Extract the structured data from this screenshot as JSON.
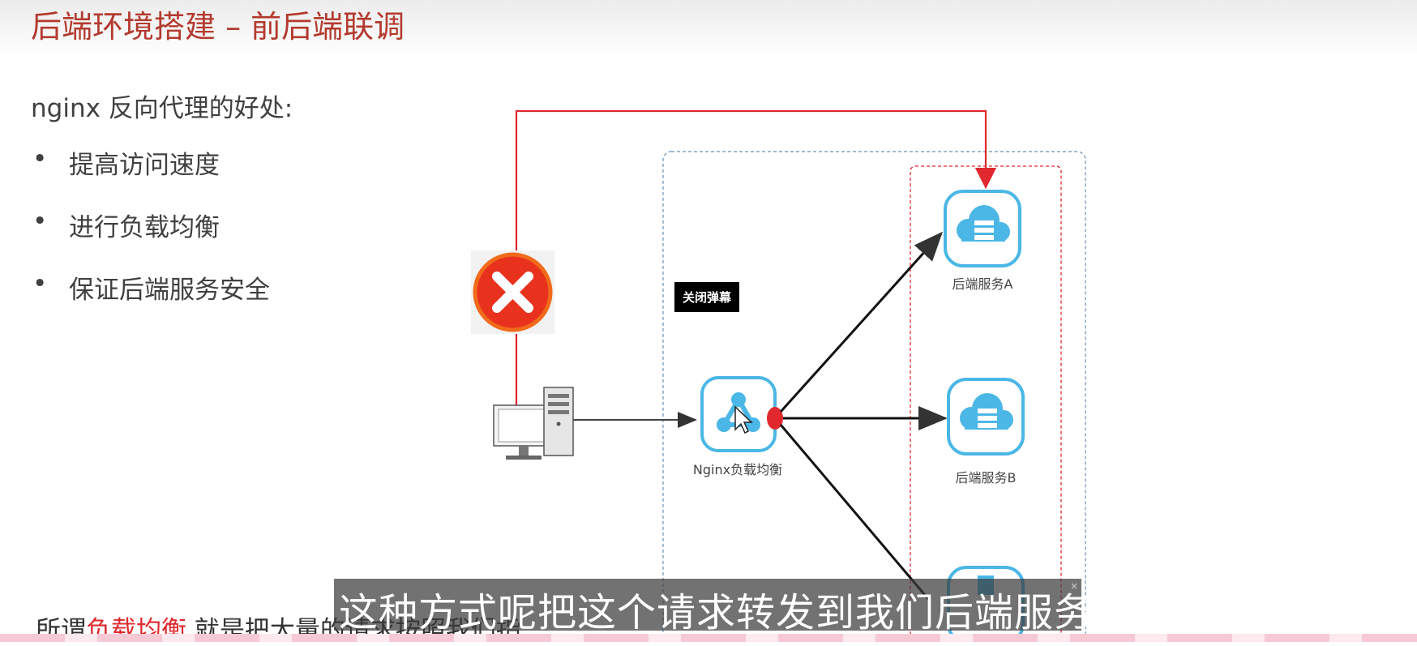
{
  "slide": {
    "title": "后端环境搭建 – 前后端联调",
    "intro": "nginx 反向代理的好处:",
    "bullets": [
      "提高访问速度",
      "进行负载均衡",
      "保证后端服务安全"
    ],
    "footnote_prefix": "所谓",
    "footnote_highlight": "负载均衡",
    "footnote_suffix": ",就是把大量的请求按照我们指"
  },
  "diagram": {
    "nginx_label": "Nginx负载均衡",
    "service_a_label": "后端服务A",
    "service_b_label": "后端服务B",
    "icons": [
      "computer-icon",
      "server-tower-icon",
      "nginx-icon",
      "cloud-server-icon",
      "error-x-icon",
      "mouse-cursor-icon"
    ]
  },
  "overlay": {
    "popup_button": "关闭弹幕",
    "subtitle": "这种方式呢把这个请求转发到我们后端服务",
    "subtitle_close": "×"
  },
  "colors": {
    "title": "#b33a2e",
    "red_line": "#e0282e",
    "icon_blue": "#4ab7e6",
    "highlight": "#e0282e"
  }
}
